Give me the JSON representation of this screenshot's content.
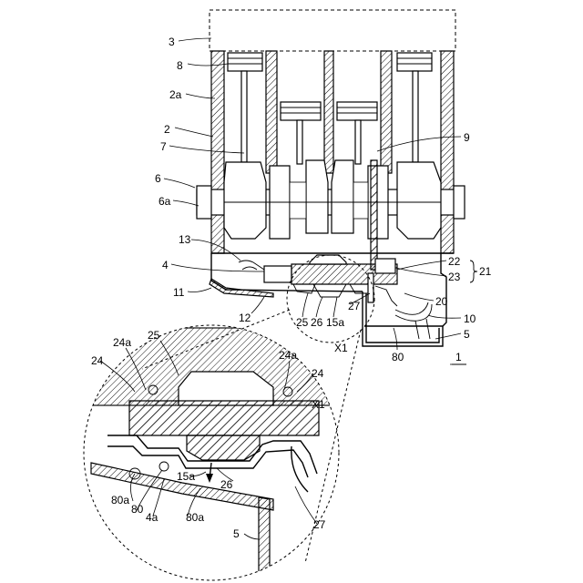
{
  "labels": {
    "l3": "3",
    "l8": "8",
    "l2a": "2a",
    "l2": "2",
    "l7": "7",
    "l6": "6",
    "l6a": "6a",
    "l9": "9",
    "l13": "13",
    "l4": "4",
    "l11": "11",
    "l12": "12",
    "l22": "22",
    "l23": "23",
    "l21": "21",
    "l20": "20",
    "l10": "10",
    "l5": "5",
    "l25": "25",
    "l26": "26",
    "l15a": "15a",
    "l27": "27",
    "lX1": "X1",
    "l80": "80",
    "l1": "1",
    "d24a_1": "24a",
    "d24a_2": "24a",
    "d24_1": "24",
    "d24_2": "24",
    "d25": "25",
    "dX1": "X1",
    "d15a": "15a",
    "d26": "26",
    "d80a_1": "80a",
    "d80": "80",
    "d4a": "4a",
    "d80a_2": "80a",
    "d27": "27",
    "d5": "5"
  }
}
